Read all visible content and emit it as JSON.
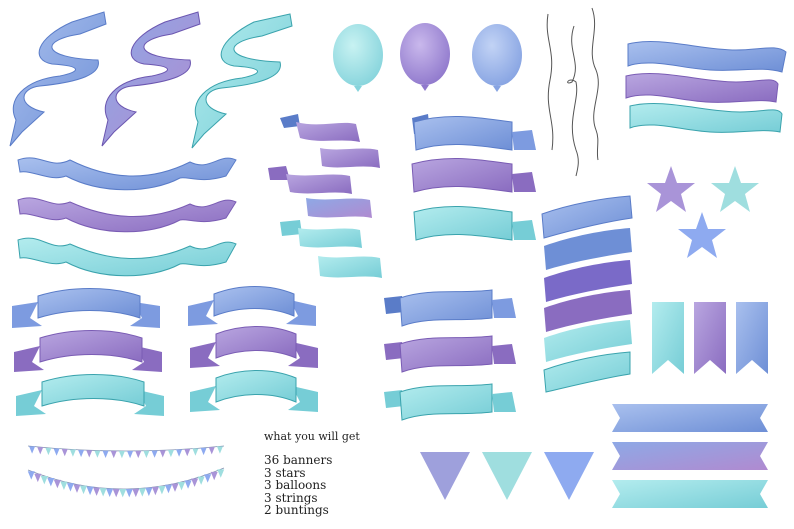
{
  "caption": {
    "heading": "what you will get",
    "items": [
      "36 banners",
      "3 stars",
      "3 balloons",
      "3 strings",
      "2 buntings"
    ]
  },
  "palette": {
    "blue": "#7f9fdc",
    "blue_dark": "#4d6fc0",
    "purple": "#9a80c8",
    "purple_dark": "#6b4fa6",
    "aqua": "#86d6dc",
    "aqua_dark": "#3aa3ad",
    "string": "#555555"
  }
}
